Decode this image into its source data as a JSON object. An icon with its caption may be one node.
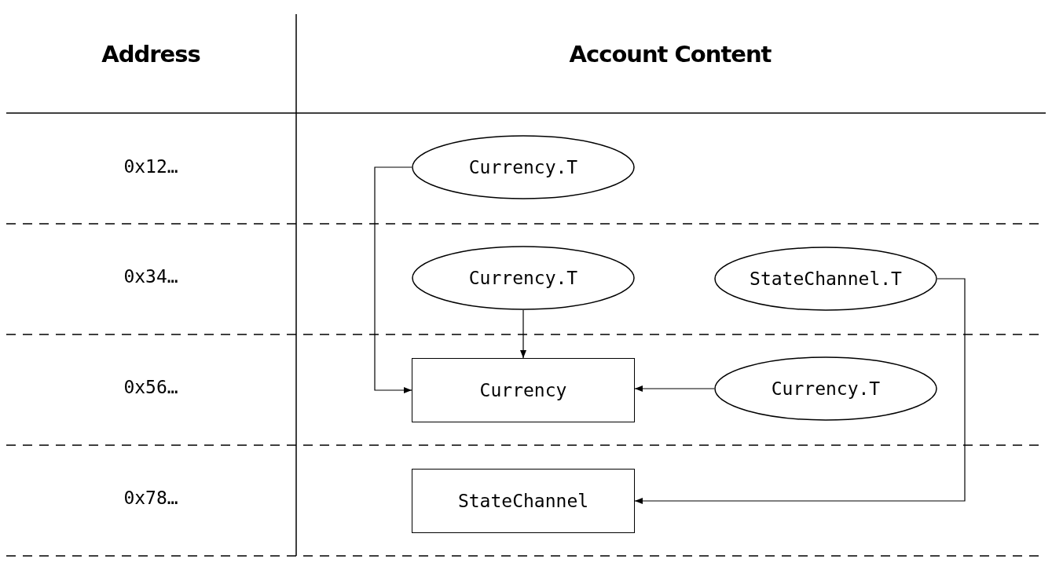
{
  "diagram": {
    "nodes": [
      {
        "text": [
          "Currency.T"
        ]
      },
      {
        "text": [
          "Currency.T"
        ]
      },
      {
        "text": [
          "StateChannel.T"
        ]
      },
      {
        "text": [
          "Currency"
        ]
      },
      {
        "text": [
          "Currency.T"
        ]
      },
      {
        "text": [
          "StateChannel"
        ]
      }
    ],
    "edges": [
      {
        "from": 0,
        "to": 3,
        "arrow": "to"
      },
      {
        "from": 1,
        "to": 3,
        "arrow": "to"
      },
      {
        "from": 4,
        "to": 3,
        "arrow": "to"
      },
      {
        "from": 2,
        "to": 5,
        "arrow": "to"
      }
    ],
    "labels": [
      "Address",
      "Account Content",
      "0x12…",
      "0x34…",
      "0x56…",
      "0x78…"
    ]
  }
}
